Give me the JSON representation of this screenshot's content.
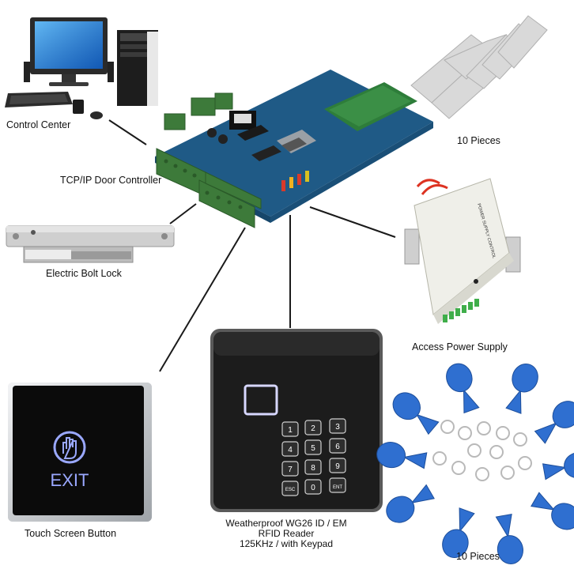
{
  "labels": {
    "control_center": "Control Center",
    "door_controller": "TCP/IP Door Controller",
    "bolt_lock": "Electric Bolt Lock",
    "power_supply": "Access Power Supply",
    "touch_button": "Touch Screen Button",
    "cards_count": "10 Pieces",
    "fobs_count": "10 Pieces"
  },
  "reader_caption": {
    "line1": "Weatherproof  WG26 ID / EM",
    "line2": "RFID Reader",
    "line3": "125KHz / with Keypad"
  },
  "exit_button": {
    "text": "EXIT"
  },
  "keypad": {
    "keys": [
      "1",
      "2",
      "3",
      "4",
      "5",
      "6",
      "7",
      "8",
      "9",
      "ESC",
      "0",
      "ENT"
    ]
  },
  "power_supply_label": {
    "title": "POWER SUPPLY CONTROL"
  },
  "colors": {
    "pcb": "#1f5a86",
    "terminal_green": "#3d7a3a",
    "fob_blue": "#2f6fd0",
    "exit_glow": "#9aa8ff",
    "reader_body": "#1c1c1c"
  }
}
